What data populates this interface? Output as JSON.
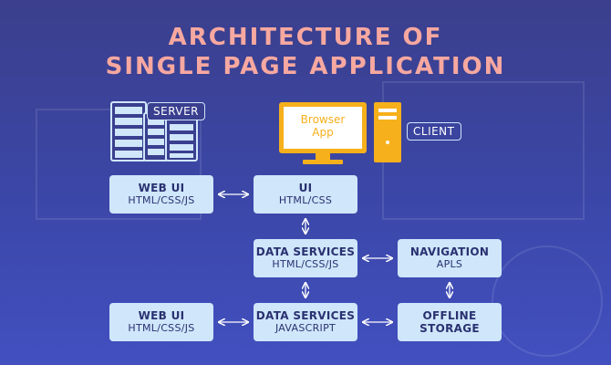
{
  "title": {
    "line1": "ARCHITECTURE OF",
    "line2": "SINGLE PAGE APPLICATION"
  },
  "icons": {
    "server": "server-rack-icon",
    "client": "desktop-computer-icon"
  },
  "labels": {
    "server": "SERVER",
    "client": "CLIENT",
    "monitor_line1": "Browser",
    "monitor_line2": "App"
  },
  "nodes": {
    "web_ui_top": {
      "title": "WEB UI",
      "sub": "HTML/CSS/JS"
    },
    "ui": {
      "title": "UI",
      "sub": "HTML/CSS"
    },
    "data_services_top": {
      "title": "DATA SERVICES",
      "sub": "HTML/CSS/JS"
    },
    "navigation": {
      "title": "NAVIGATION",
      "sub": "APLS"
    },
    "web_ui_bottom": {
      "title": "WEB UI",
      "sub": "HTML/CSS/JS"
    },
    "data_services_bot": {
      "title": "DATA SERVICES",
      "sub": "JAVASCRIPT"
    },
    "offline_storage": {
      "title": "OFFLINE",
      "sub": "STORAGE"
    }
  },
  "colors": {
    "title": "#f7a8a0",
    "node_fill": "#cfe6fb",
    "node_text": "#2a3170",
    "computer": "#f6b01c",
    "server": "#cfe6fb"
  }
}
